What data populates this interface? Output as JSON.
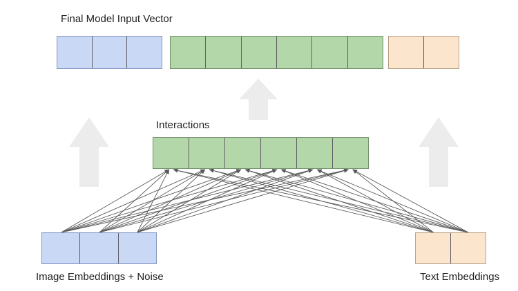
{
  "diagram": {
    "title": "Final Model Input Vector",
    "background_color": "#ffffff",
    "colors": {
      "image_embedding": "#c9d9f5",
      "interaction": "#b3d7a8",
      "text_embedding": "#fbe5cd",
      "arrow_fill": "#ececec",
      "line_stroke": "#595959"
    },
    "labels": {
      "final_vector": "Final Model Input Vector",
      "interactions": "Interactions",
      "image_embeddings": "Image Embeddings + Noise",
      "text_embeddings": "Text Embeddings"
    },
    "final_vector": {
      "label": "Final Model Input Vector",
      "segments": [
        {
          "name": "image-embedding-segment",
          "color_key": "image_embedding",
          "cells": 3
        },
        {
          "name": "interaction-segment",
          "color_key": "interaction",
          "cells": 6
        },
        {
          "name": "text-embedding-segment",
          "color_key": "text_embedding",
          "cells": 2
        }
      ]
    },
    "interactions_vector": {
      "label": "Interactions",
      "cells": 6,
      "color_key": "interaction"
    },
    "image_embeddings_vector": {
      "label": "Image Embeddings + Noise",
      "cells": 3,
      "color_key": "image_embedding"
    },
    "text_embeddings_vector": {
      "label": "Text Embeddings",
      "cells": 2,
      "color_key": "text_embedding"
    },
    "flow_arrows": [
      {
        "name": "arrow-image-to-final",
        "direction": "up"
      },
      {
        "name": "arrow-interactions-to-final",
        "direction": "up"
      },
      {
        "name": "arrow-text-to-final",
        "direction": "up"
      }
    ],
    "connections": {
      "description": "Every image embedding cell and every text embedding cell connects to every interaction cell",
      "sources": 5,
      "targets": 6
    }
  }
}
